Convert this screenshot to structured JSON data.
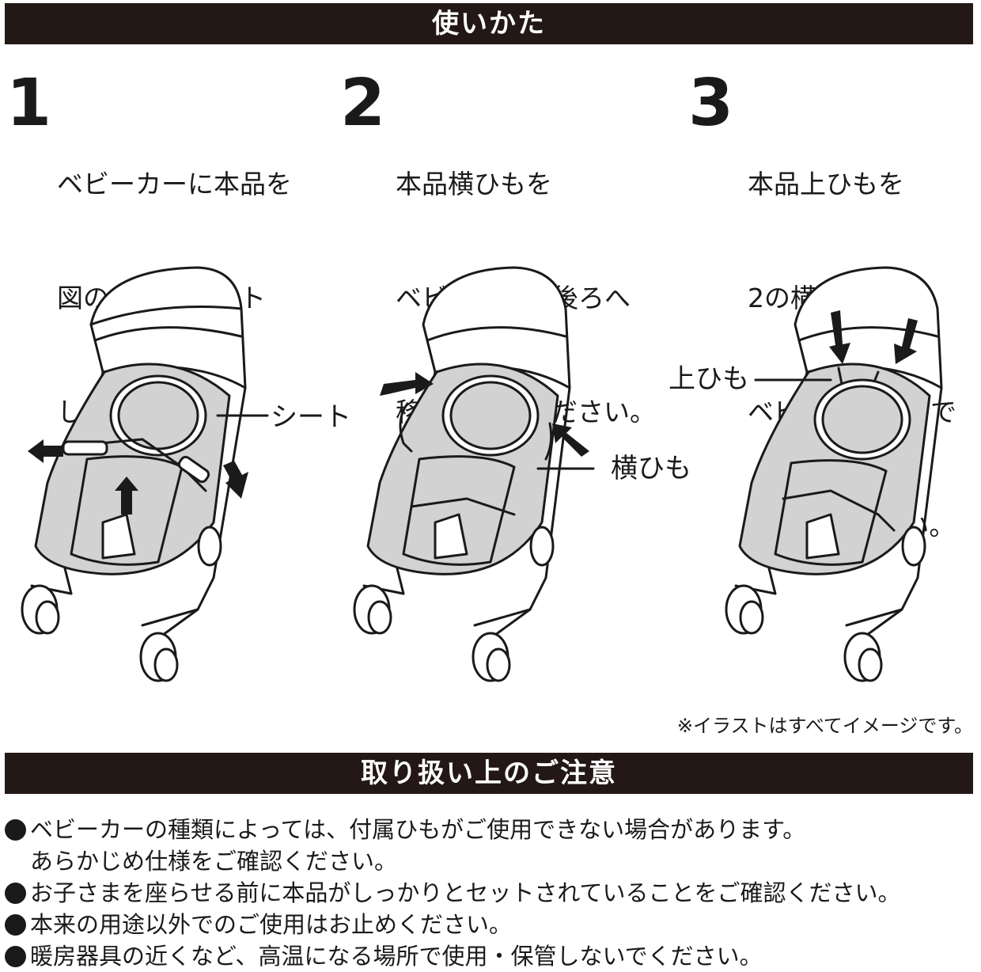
{
  "header": {
    "title": "使いかた"
  },
  "steps": [
    {
      "number": "1",
      "lines": [
        "ベビーカーに本品を",
        "図のようにセット",
        "してください。"
      ]
    },
    {
      "number": "2",
      "lines": [
        "本品横ひもを",
        "ベビーカーの後ろへ",
        "移動させてください。"
      ]
    },
    {
      "number": "3",
      "lines": [
        "本品上ひもを",
        "2の横ひもと",
        "ベビーカー後方で",
        "結んでください。"
      ]
    }
  ],
  "callouts": {
    "seat": "シート",
    "side_strap": "横ひも",
    "top_strap": "上ひも"
  },
  "note": "※イラストはすべてイメージです。",
  "caution": {
    "title": "取り扱い上のご注意",
    "items": [
      {
        "text": "ベビーカーの種類によっては、付属ひもがご使用できない場合があります。",
        "sub": "あらかじめ仕様をご確認ください。"
      },
      {
        "text": "お子さまを座らせる前に本品がしっかりとセットされていることをご確認ください。",
        "sub": ""
      },
      {
        "text": "本来の用途以外でのご使用はお止めください。",
        "sub": ""
      },
      {
        "text": "暖房器具の近くなど、高温になる場所で使用・保管しないでください。",
        "sub": ""
      }
    ]
  },
  "colors": {
    "banner": "#231815",
    "text": "#1a1a1a",
    "seat_gray": "#d2d2d2"
  },
  "icons": [
    "bullet-dot-icon",
    "arrow-icon",
    "stroller-illustration"
  ]
}
